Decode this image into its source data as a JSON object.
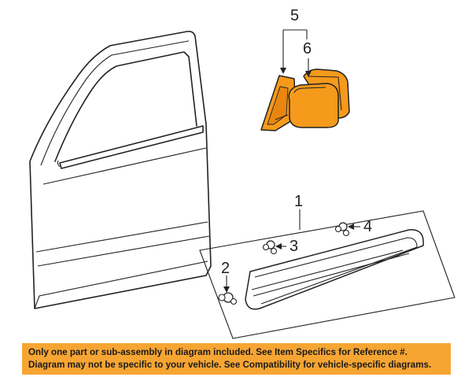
{
  "callouts": {
    "c1": "1",
    "c2": "2",
    "c3": "3",
    "c4": "4",
    "c5": "5",
    "c6": "6"
  },
  "banner": {
    "line1": "Only one part or sub-assembly in diagram included. See Item Specifics for Reference #.",
    "line2": "Diagram may not be specific to your vehicle. See Compatibility for vehicle-specific diagrams."
  },
  "colors": {
    "highlight": "#f59a1b",
    "banner": "#f6a533",
    "ink": "#222222"
  }
}
